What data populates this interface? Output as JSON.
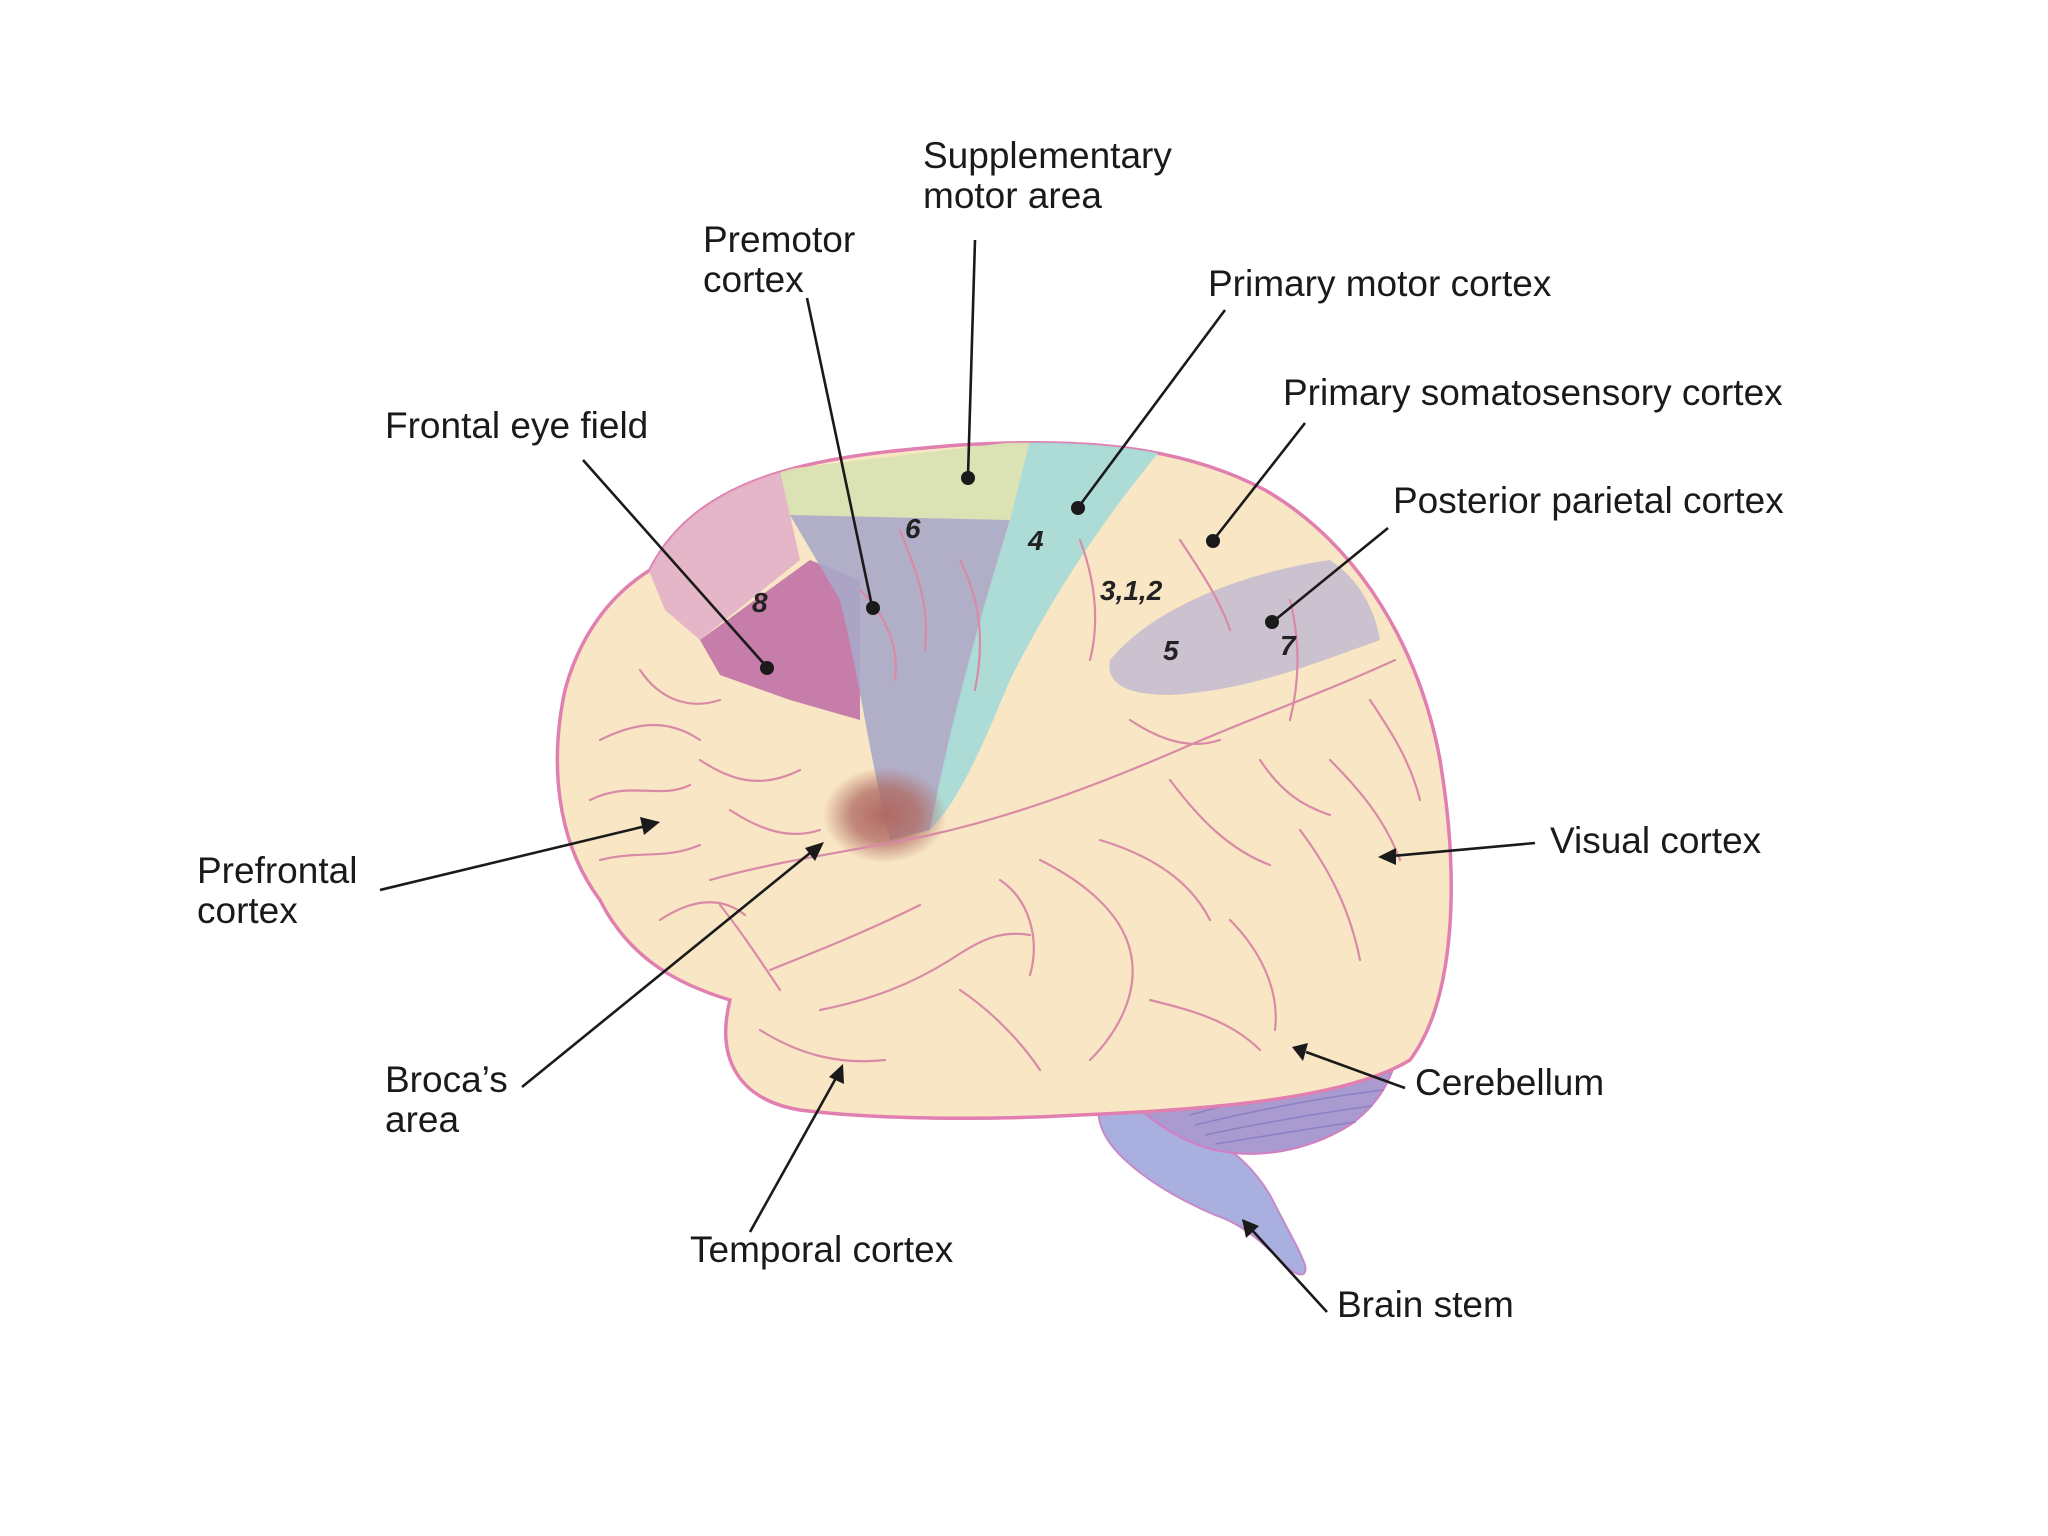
{
  "labels": {
    "supplementary_motor_area": [
      "Supplementary",
      "motor area"
    ],
    "premotor_cortex": [
      "Premotor",
      "cortex"
    ],
    "primary_motor_cortex": "Primary motor cortex",
    "primary_somatosensory_cortex": "Primary somatosensory cortex",
    "posterior_parietal_cortex": "Posterior parietal cortex",
    "frontal_eye_field": "Frontal eye field",
    "prefrontal_cortex": [
      "Prefrontal",
      "cortex"
    ],
    "visual_cortex": "Visual cortex",
    "brocas_area": [
      "Broca’s",
      "area"
    ],
    "cerebellum": "Cerebellum",
    "temporal_cortex": "Temporal cortex",
    "brain_stem": "Brain stem"
  },
  "area_numbers": {
    "area_8": "8",
    "area_6": "6",
    "area_4": "4",
    "area_3_1_2": "3,1,2",
    "area_5": "5",
    "area_7": "7"
  },
  "colors": {
    "cortex_fill": "#f8e6c4",
    "cortex_outline": "#e07fb0",
    "sulcus_line": "#d98aa6",
    "frontal_eye_field_region": "#b55aa0",
    "area_8_light": "#e3b3c8",
    "supplementary_motor_region": "#d9e2b2",
    "premotor_region": "#a8a8c8",
    "primary_motor_region": "#a9dbd8",
    "posterior_parietal_region": "#c9bfd0",
    "brocas_region": "#b06a62",
    "cerebellum": "#a99ad0",
    "cerebellum_band": "#d27fc2",
    "brain_stem": "#a9b0e0"
  }
}
